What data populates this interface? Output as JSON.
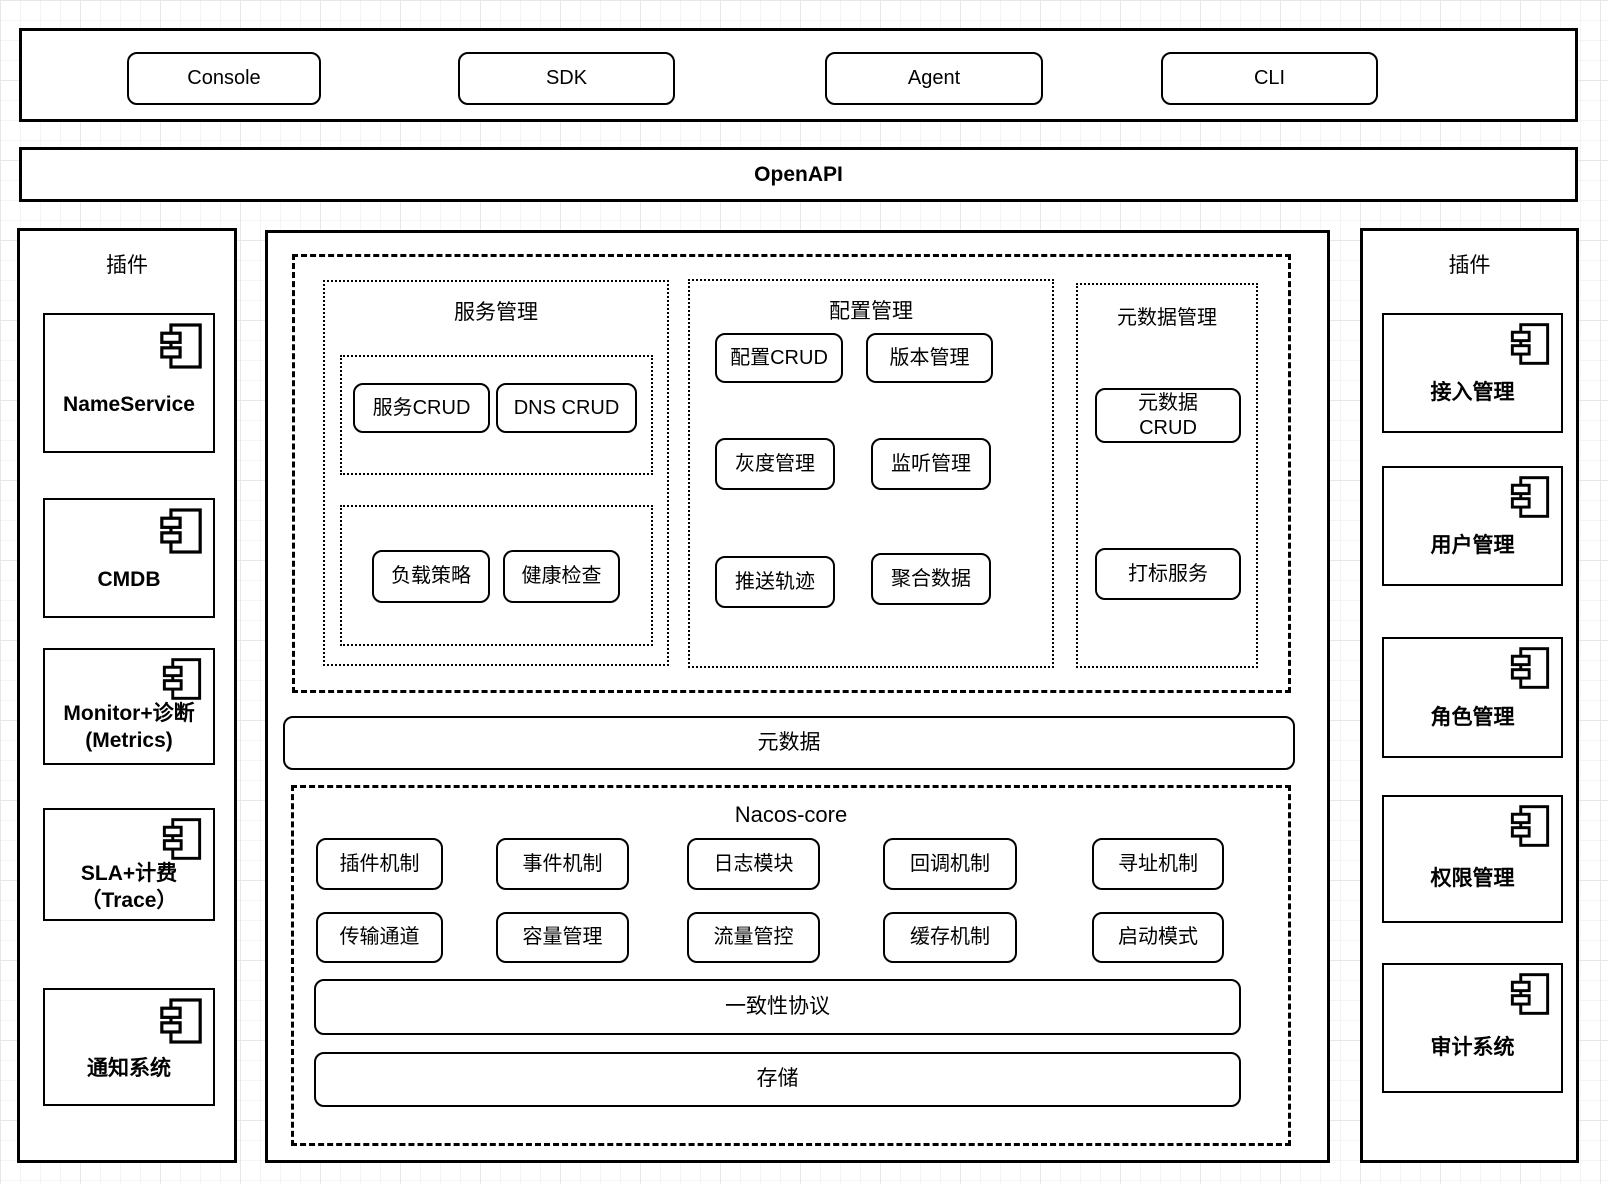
{
  "top_bar": {
    "items": [
      {
        "label": "Console"
      },
      {
        "label": "SDK"
      },
      {
        "label": "Agent"
      },
      {
        "label": "CLI"
      }
    ]
  },
  "openapi": {
    "label": "OpenAPI"
  },
  "left_plugins": {
    "title": "插件",
    "items": [
      {
        "label": "NameService"
      },
      {
        "label": "CMDB"
      },
      {
        "label": "Monitor+诊断\n(Metrics)"
      },
      {
        "label": "SLA+计费\n（Trace）"
      },
      {
        "label": "通知系统"
      }
    ]
  },
  "right_plugins": {
    "title": "插件",
    "items": [
      {
        "label": "接入管理"
      },
      {
        "label": "用户管理"
      },
      {
        "label": "角色管理"
      },
      {
        "label": "权限管理"
      },
      {
        "label": "审计系统"
      }
    ]
  },
  "core": {
    "service_mgmt": {
      "title": "服务管理",
      "group1": [
        "服务CRUD",
        "DNS CRUD"
      ],
      "group2": [
        "负载策略",
        "健康检查"
      ]
    },
    "config_mgmt": {
      "title": "配置管理",
      "buttons": [
        "配置CRUD",
        "版本管理",
        "灰度管理",
        "监听管理",
        "推送轨迹",
        "聚合数据"
      ]
    },
    "metadata_mgmt": {
      "title": "元数据管理",
      "buttons": [
        "元数据\nCRUD",
        "打标服务"
      ]
    },
    "metadata_bar": "元数据",
    "nacos_core": {
      "title": "Nacos-core",
      "row1": [
        "插件机制",
        "事件机制",
        "日志模块",
        "回调机制",
        "寻址机制"
      ],
      "row2": [
        "传输通道",
        "容量管理",
        "流量管控",
        "缓存机制",
        "启动模式"
      ],
      "consistency_bar": "一致性协议",
      "storage_bar": "存储"
    }
  }
}
